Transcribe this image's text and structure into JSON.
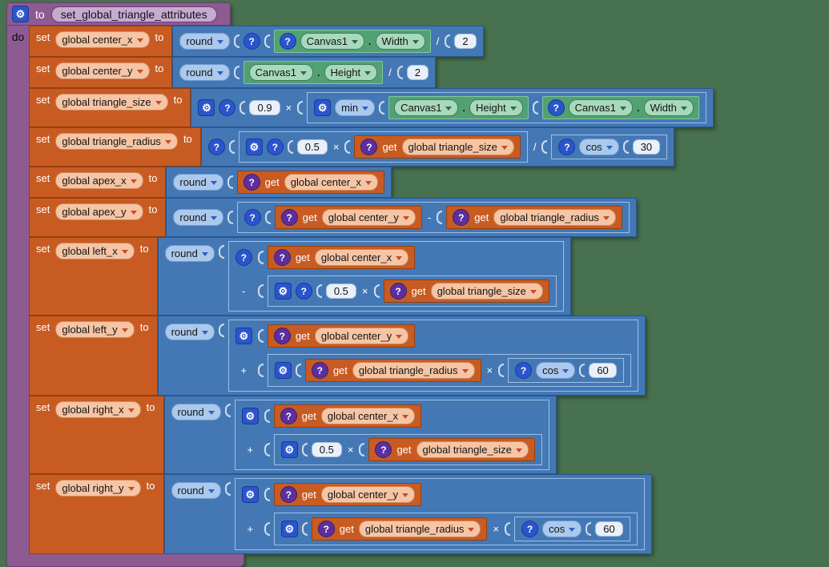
{
  "colors": {
    "workspace_bg": "#47714f",
    "procedure_purple": "#8d5b92",
    "variable_orange": "#c85b22",
    "math_blue": "#4478b5",
    "component_green": "#53a173",
    "mutator_icon_blue": "#2a55cc",
    "help_icon_purple": "#5c2f9e"
  },
  "icons": {
    "gear": "⚙",
    "help": "?"
  },
  "labels": {
    "do": "do",
    "to": "to",
    "set": "set",
    "get": "get",
    "dot": ".",
    "times": "×",
    "divide": "/",
    "minus": "-",
    "plus": "+"
  },
  "procedure": {
    "name": "set_global_triangle_attributes"
  },
  "rows": [
    {
      "var": "global center_x",
      "round": "round",
      "comp": "Canvas1",
      "prop": "Width",
      "num": "2"
    },
    {
      "var": "global center_y",
      "round": "round",
      "comp": "Canvas1",
      "prop": "Height",
      "num": "2"
    },
    {
      "var": "global triangle_size",
      "num": "0.9",
      "min": "min",
      "comp1": "Canvas1",
      "prop1": "Height",
      "comp2": "Canvas1",
      "prop2": "Width"
    },
    {
      "var": "global triangle_radius",
      "num1": "0.5",
      "get1": "global triangle_size",
      "trig": "cos",
      "num2": "30"
    },
    {
      "var": "global apex_x",
      "round": "round",
      "get1": "global center_x"
    },
    {
      "var": "global apex_y",
      "round": "round",
      "get1": "global center_y",
      "get2": "global triangle_radius"
    },
    {
      "var": "global left_x",
      "round": "round",
      "get1": "global center_x",
      "num": "0.5",
      "get2": "global triangle_size"
    },
    {
      "var": "global left_y",
      "round": "round",
      "get1": "global center_y",
      "get2": "global triangle_radius",
      "trig": "cos",
      "num": "60"
    },
    {
      "var": "global right_x",
      "round": "round",
      "get1": "global center_x",
      "num": "0.5",
      "get2": "global triangle_size"
    },
    {
      "var": "global right_y",
      "round": "round",
      "get1": "global center_y",
      "get2": "global triangle_radius",
      "trig": "cos",
      "num": "60"
    }
  ]
}
